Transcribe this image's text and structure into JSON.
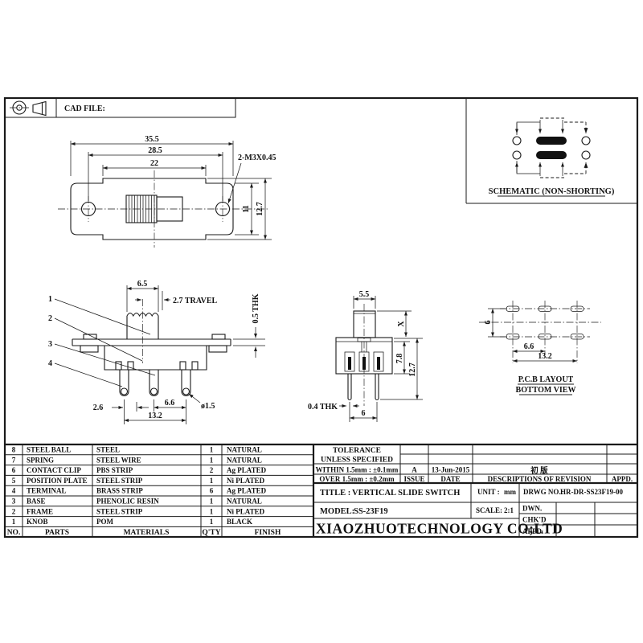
{
  "header": {
    "cad_file": "CAD FILE:"
  },
  "schematic": {
    "caption": "SCHEMATIC (NON-SHORTING)"
  },
  "top_view": {
    "width_overall": "35.5",
    "hole_spacing": "28.5",
    "slot_length": "22",
    "thread_callout": "2-M3X0.45",
    "inner_height": "11",
    "overall_height": "12.7"
  },
  "side_view": {
    "knob_width": "6.5",
    "travel": "2.7 TRAVEL",
    "plate_thk": "0.5 THK",
    "callout_1": "1",
    "callout_2": "2",
    "callout_3": "3",
    "callout_4": "4",
    "dim_26": "2.6",
    "dim_66": "6.6",
    "dim_132": "13.2",
    "hole_dia": "ø1.5"
  },
  "front_view": {
    "knob_width": "5.5",
    "knob_height": "X",
    "body_height": "7.8",
    "total_height": "12.7",
    "terminal_thk": "0.4 THK",
    "terminal_span": "6"
  },
  "pcb": {
    "caption_line1": "P.C.B LAYOUT",
    "caption_line2": "BOTTOM VIEW",
    "row_pitch": "6",
    "col_pitch": "6.6",
    "span": "13.2"
  },
  "parts_table": {
    "headers": {
      "no": "NO.",
      "parts": "PARTS",
      "materials": "MATERIALS",
      "qty": "Q'TY",
      "finish": "FINISH"
    },
    "rows": [
      {
        "no": "8",
        "parts": "STEEL BALL",
        "materials": "STEEL",
        "qty": "1",
        "finish": "NATURAL"
      },
      {
        "no": "7",
        "parts": "SPRING",
        "materials": "STEEL WIRE",
        "qty": "1",
        "finish": "NATURAL"
      },
      {
        "no": "6",
        "parts": "CONTACT CLIP",
        "materials": "PBS STRIP",
        "qty": "2",
        "finish": "Ag PLATED"
      },
      {
        "no": "5",
        "parts": "POSITION PLATE",
        "materials": "STEEL STRIP",
        "qty": "1",
        "finish": "Ni PLATED"
      },
      {
        "no": "4",
        "parts": "TERMINAL",
        "materials": "BRASS STRIP",
        "qty": "6",
        "finish": "Ag PLATED"
      },
      {
        "no": "3",
        "parts": "BASE",
        "materials": "PHENOLIC RESIN",
        "qty": "1",
        "finish": "NATURAL"
      },
      {
        "no": "2",
        "parts": "FRAME",
        "materials": "STEEL STRIP",
        "qty": "1",
        "finish": "Ni PLATED"
      },
      {
        "no": "1",
        "parts": "KNOB",
        "materials": "POM",
        "qty": "1",
        "finish": "BLACK"
      }
    ]
  },
  "tolerance_block": {
    "line1": "TOLERANCE",
    "line2": "UNLESS SPECIFIED",
    "within": "WITHIN 1.5mm : ±0.1mm",
    "over": "OVER 1.5mm : ±0.2mm",
    "issue_value": "A",
    "date_value": "13-Jun-2015",
    "revision_desc": "初 版",
    "issue_label": "ISSUE",
    "date_label": "DATE",
    "desc_label": "DESCRIPTIONS OF REVISION",
    "appd_label": "APPD."
  },
  "title_block": {
    "title_label": "TITLE :",
    "title": "VERTICAL SLIDE SWITCH",
    "model_label": "MODEL:",
    "model": "SS-23F19",
    "unit_label": "UNIT :",
    "unit": "mm",
    "scale_label": "SCALE:",
    "scale": "2:1",
    "drwg_label": "DRWG NO.:",
    "drwg_no": "HR-DR-SS23F19-00",
    "dwn_label": "DWN.",
    "chkd_label": "CHK'D",
    "appd_label": "APPD.",
    "company": "XIAOZHUOTECHNOLOGY CO;LTD"
  }
}
